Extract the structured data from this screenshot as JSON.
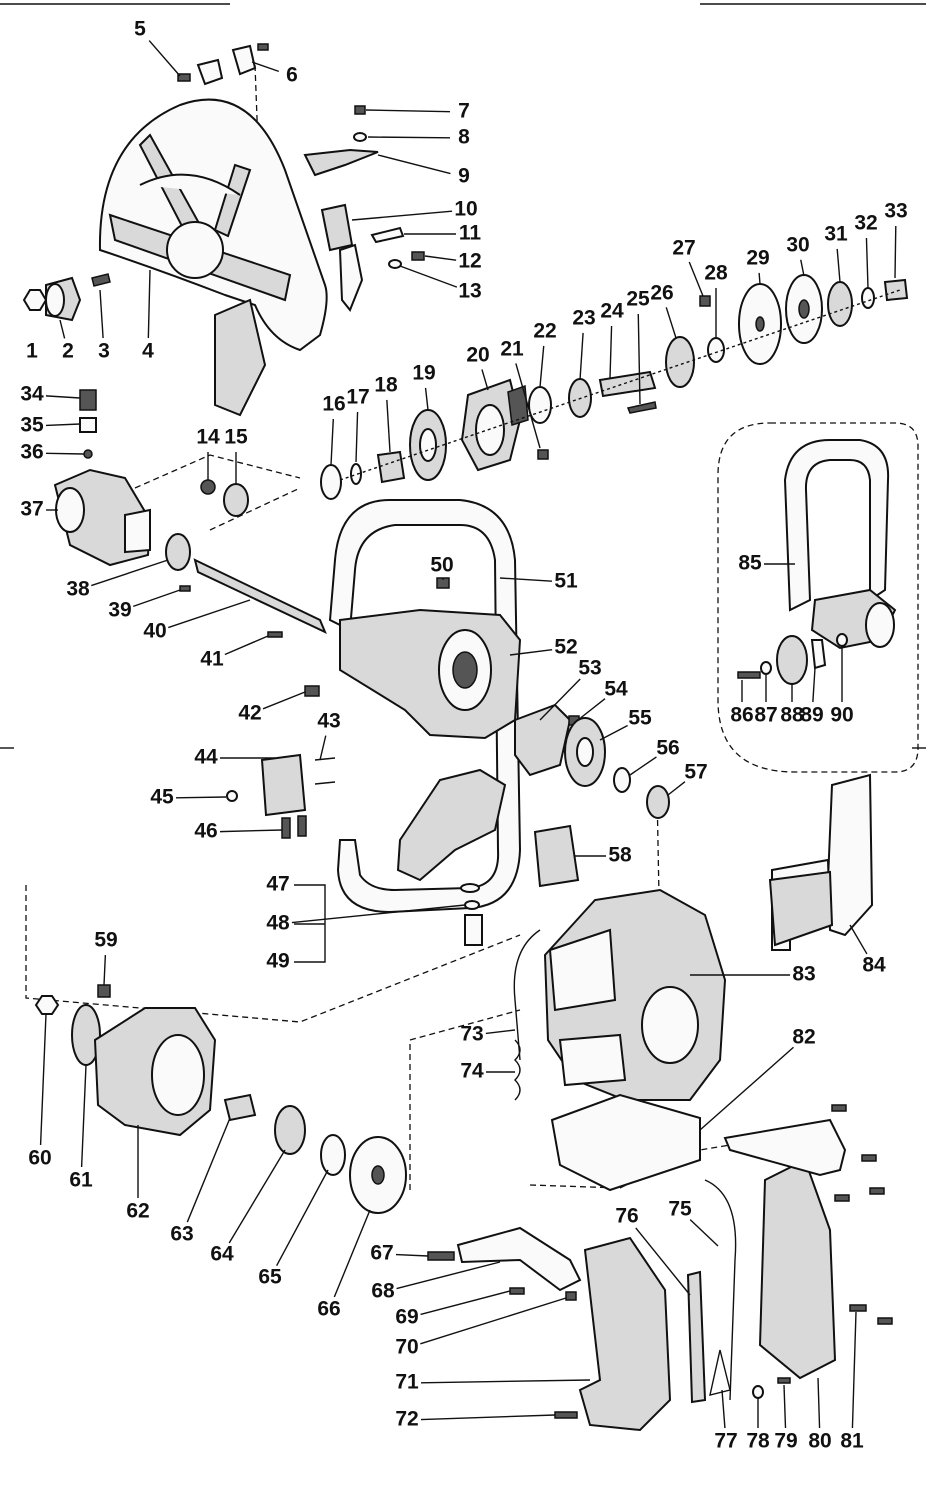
{
  "labels": [
    "1",
    "2",
    "3",
    "4",
    "5",
    "6",
    "7",
    "8",
    "9",
    "10",
    "11",
    "12",
    "13",
    "14",
    "15",
    "16",
    "17",
    "18",
    "19",
    "20",
    "21",
    "22",
    "23",
    "24",
    "25",
    "26",
    "27",
    "28",
    "29",
    "30",
    "31",
    "32",
    "33",
    "34",
    "35",
    "36",
    "37",
    "38",
    "39",
    "40",
    "41",
    "42",
    "43",
    "44",
    "45",
    "46",
    "47",
    "48",
    "49",
    "50",
    "51",
    "52",
    "53",
    "54",
    "55",
    "56",
    "57",
    "58",
    "59",
    "60",
    "61",
    "62",
    "63",
    "64",
    "65",
    "66",
    "67",
    "68",
    "69",
    "70",
    "71",
    "72",
    "73",
    "74",
    "75",
    "76",
    "77",
    "78",
    "79",
    "80",
    "81",
    "82",
    "83",
    "84",
    "85",
    "86",
    "87",
    "88",
    "89",
    "90"
  ],
  "colors": {
    "ink": "#111111",
    "paper": "#ffffff",
    "shade": "#d9d9d9"
  }
}
